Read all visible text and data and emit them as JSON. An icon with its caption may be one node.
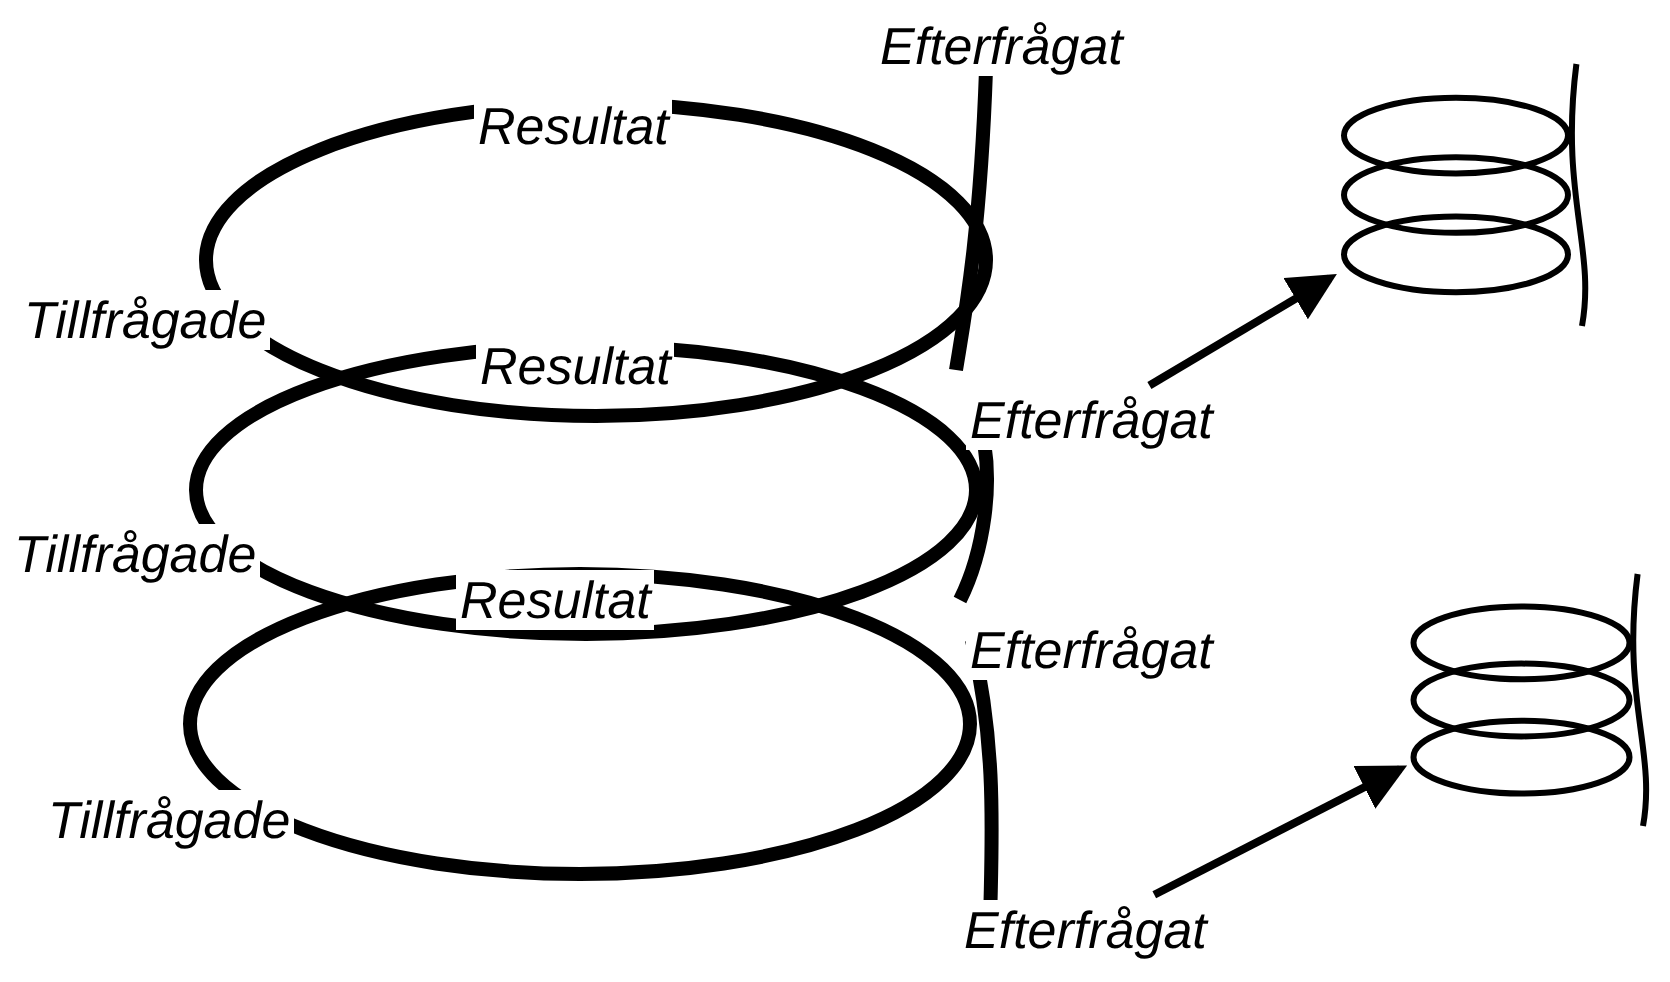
{
  "diagram": {
    "nodes": [
      {
        "text": [
          "Efterfrågat"
        ]
      },
      {
        "text": [
          "Resultat"
        ]
      },
      {
        "text": [
          "Tillfrågade"
        ]
      },
      {
        "text": [
          "Resultat"
        ]
      },
      {
        "text": [
          "Efterfrågat"
        ]
      },
      {
        "text": [],
        "shape": "picture"
      },
      {
        "text": [
          "Tillfrågade"
        ]
      },
      {
        "text": [
          "Resultat"
        ]
      },
      {
        "text": [
          "Efterfrågat"
        ]
      },
      {
        "text": [],
        "shape": "picture"
      },
      {
        "text": [
          "Tillfrågade"
        ]
      },
      {
        "text": [
          "Efterfrågat"
        ]
      }
    ],
    "edges": [
      {
        "from": 4,
        "to": 5,
        "arrow": "to"
      },
      {
        "from": 11,
        "to": 9,
        "arrow": "to"
      }
    ]
  }
}
